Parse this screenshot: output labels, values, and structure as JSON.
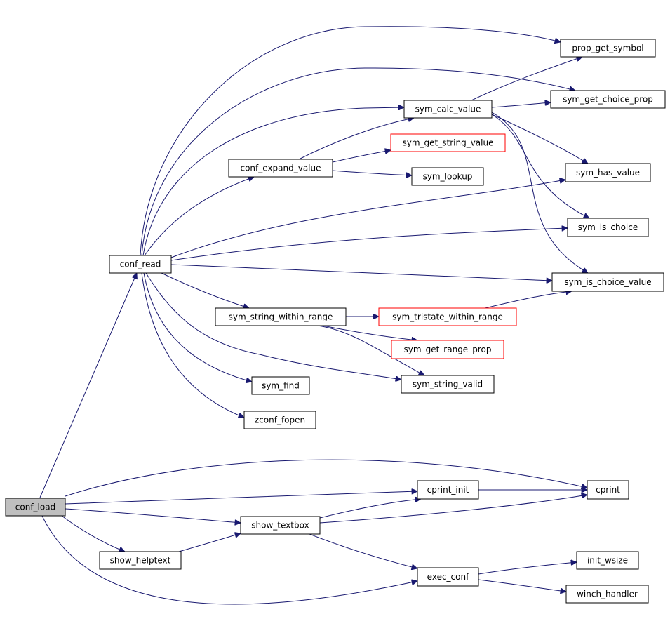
{
  "nodes": {
    "conf_load": {
      "label": "conf_load",
      "style": "root"
    },
    "conf_read": {
      "label": "conf_read",
      "style": "normal"
    },
    "prop_get_symbol": {
      "label": "prop_get_symbol",
      "style": "normal"
    },
    "sym_get_choice_prop": {
      "label": "sym_get_choice_prop",
      "style": "normal"
    },
    "sym_calc_value": {
      "label": "sym_calc_value",
      "style": "normal"
    },
    "sym_get_string_value": {
      "label": "sym_get_string_value",
      "style": "red"
    },
    "conf_expand_value": {
      "label": "conf_expand_value",
      "style": "normal"
    },
    "sym_lookup": {
      "label": "sym_lookup",
      "style": "normal"
    },
    "sym_has_value": {
      "label": "sym_has_value",
      "style": "normal"
    },
    "sym_is_choice": {
      "label": "sym_is_choice",
      "style": "normal"
    },
    "sym_is_choice_value": {
      "label": "sym_is_choice_value",
      "style": "normal"
    },
    "sym_string_within_range": {
      "label": "sym_string_within_range",
      "style": "normal"
    },
    "sym_tristate_within_range": {
      "label": "sym_tristate_within_range",
      "style": "red"
    },
    "sym_get_range_prop": {
      "label": "sym_get_range_prop",
      "style": "red"
    },
    "sym_string_valid": {
      "label": "sym_string_valid",
      "style": "normal"
    },
    "sym_find": {
      "label": "sym_find",
      "style": "normal"
    },
    "zconf_fopen": {
      "label": "zconf_fopen",
      "style": "normal"
    },
    "cprint_init": {
      "label": "cprint_init",
      "style": "normal"
    },
    "cprint": {
      "label": "cprint",
      "style": "normal"
    },
    "show_textbox": {
      "label": "show_textbox",
      "style": "normal"
    },
    "show_helptext": {
      "label": "show_helptext",
      "style": "normal"
    },
    "exec_conf": {
      "label": "exec_conf",
      "style": "normal"
    },
    "init_wsize": {
      "label": "init_wsize",
      "style": "normal"
    },
    "winch_handler": {
      "label": "winch_handler",
      "style": "normal"
    }
  },
  "edges": [
    {
      "from": "conf_load",
      "to": "conf_read"
    },
    {
      "from": "conf_load",
      "to": "cprint_init"
    },
    {
      "from": "conf_load",
      "to": "cprint"
    },
    {
      "from": "conf_load",
      "to": "show_textbox"
    },
    {
      "from": "conf_load",
      "to": "show_helptext"
    },
    {
      "from": "conf_load",
      "to": "exec_conf"
    },
    {
      "from": "conf_read",
      "to": "prop_get_symbol"
    },
    {
      "from": "conf_read",
      "to": "sym_get_choice_prop"
    },
    {
      "from": "conf_read",
      "to": "sym_calc_value"
    },
    {
      "from": "conf_read",
      "to": "conf_expand_value"
    },
    {
      "from": "conf_read",
      "to": "sym_has_value"
    },
    {
      "from": "conf_read",
      "to": "sym_is_choice"
    },
    {
      "from": "conf_read",
      "to": "sym_is_choice_value"
    },
    {
      "from": "conf_read",
      "to": "sym_string_within_range"
    },
    {
      "from": "conf_read",
      "to": "sym_string_valid"
    },
    {
      "from": "conf_read",
      "to": "sym_find"
    },
    {
      "from": "conf_read",
      "to": "zconf_fopen"
    },
    {
      "from": "sym_calc_value",
      "to": "prop_get_symbol"
    },
    {
      "from": "sym_calc_value",
      "to": "sym_get_choice_prop"
    },
    {
      "from": "sym_calc_value",
      "to": "sym_has_value"
    },
    {
      "from": "sym_calc_value",
      "to": "sym_is_choice"
    },
    {
      "from": "sym_calc_value",
      "to": "sym_is_choice_value"
    },
    {
      "from": "conf_expand_value",
      "to": "sym_calc_value"
    },
    {
      "from": "conf_expand_value",
      "to": "sym_get_string_value"
    },
    {
      "from": "conf_expand_value",
      "to": "sym_lookup"
    },
    {
      "from": "sym_string_within_range",
      "to": "sym_tristate_within_range"
    },
    {
      "from": "sym_string_within_range",
      "to": "sym_get_range_prop"
    },
    {
      "from": "sym_string_within_range",
      "to": "sym_string_valid"
    },
    {
      "from": "sym_tristate_within_range",
      "to": "sym_is_choice_value"
    },
    {
      "from": "cprint_init",
      "to": "cprint"
    },
    {
      "from": "show_textbox",
      "to": "cprint_init"
    },
    {
      "from": "show_textbox",
      "to": "cprint"
    },
    {
      "from": "show_textbox",
      "to": "exec_conf"
    },
    {
      "from": "show_helptext",
      "to": "show_textbox"
    },
    {
      "from": "exec_conf",
      "to": "init_wsize"
    },
    {
      "from": "exec_conf",
      "to": "winch_handler"
    }
  ]
}
